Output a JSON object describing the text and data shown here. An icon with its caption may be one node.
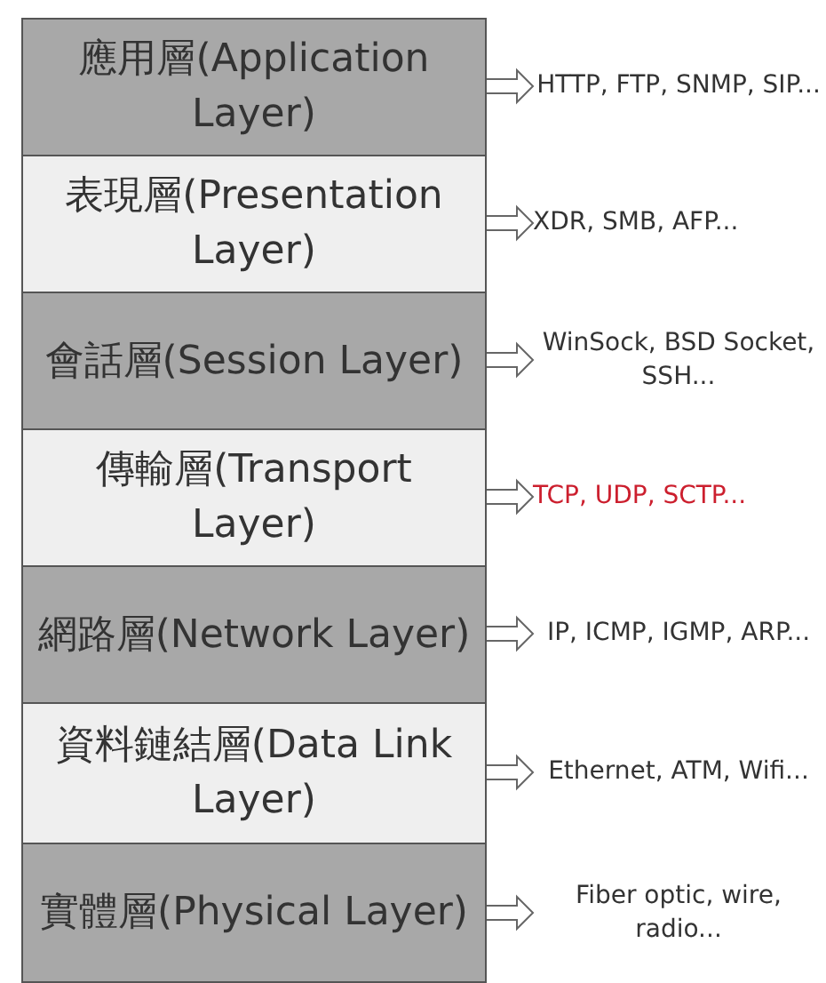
{
  "diagram": {
    "nodes": [
      {
        "text": [
          "應用層(Application Layer)"
        ]
      },
      {
        "text": [
          "表現層(Presentation Layer)"
        ]
      },
      {
        "text": [
          "會話層(Session Layer)"
        ]
      },
      {
        "text": [
          "傳輸層(Transport Layer)"
        ]
      },
      {
        "text": [
          "網路層(Network Layer)"
        ]
      },
      {
        "text": [
          "資料鏈結層(Data Link Layer)"
        ]
      },
      {
        "text": [
          "實體層(Physical Layer)"
        ]
      },
      {
        "text": [
          "HTTP, FTP, SNMP, SIP..."
        ]
      },
      {
        "text": [
          "XDR, SMB, AFP..."
        ]
      },
      {
        "text": [
          "WinSock, BSD Socket, SSH..."
        ]
      },
      {
        "text": [
          "TCP, UDP, SCTP..."
        ]
      },
      {
        "text": [
          "IP, ICMP, IGMP, ARP..."
        ]
      },
      {
        "text": [
          "Ethernet, ATM, Wifi..."
        ]
      },
      {
        "text": [
          "Fiber optic, wire, radio..."
        ]
      }
    ],
    "edges": [
      {
        "from": 0,
        "to": 7,
        "arrow": "to"
      },
      {
        "from": 1,
        "to": 8,
        "arrow": "to"
      },
      {
        "from": 2,
        "to": 9,
        "arrow": "to"
      },
      {
        "from": 3,
        "to": 10,
        "arrow": "to"
      },
      {
        "from": 4,
        "to": 11,
        "arrow": "to"
      },
      {
        "from": 5,
        "to": 12,
        "arrow": "to"
      },
      {
        "from": 6,
        "to": 13,
        "arrow": "to"
      }
    ]
  }
}
